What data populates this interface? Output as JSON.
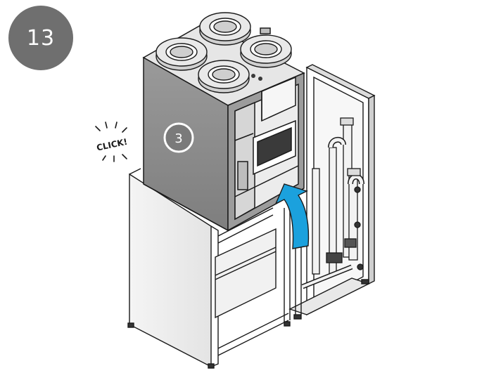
{
  "step": {
    "number": "13"
  },
  "callout": {
    "number": "3"
  },
  "sound_effect": {
    "text": "CLICK!"
  },
  "colors": {
    "badge": "#6f6f6f",
    "arrow": "#1ba1dd",
    "callout": "#7a7a7a",
    "outline": "#1a1a1a",
    "unit_face": "#8c8c8c",
    "unit_side": "#9c9c9c",
    "unit_top": "#e6e6e6"
  },
  "icons": {
    "arrow": "curved-up-arrow-icon",
    "click_burst": "click-burst-icon"
  }
}
